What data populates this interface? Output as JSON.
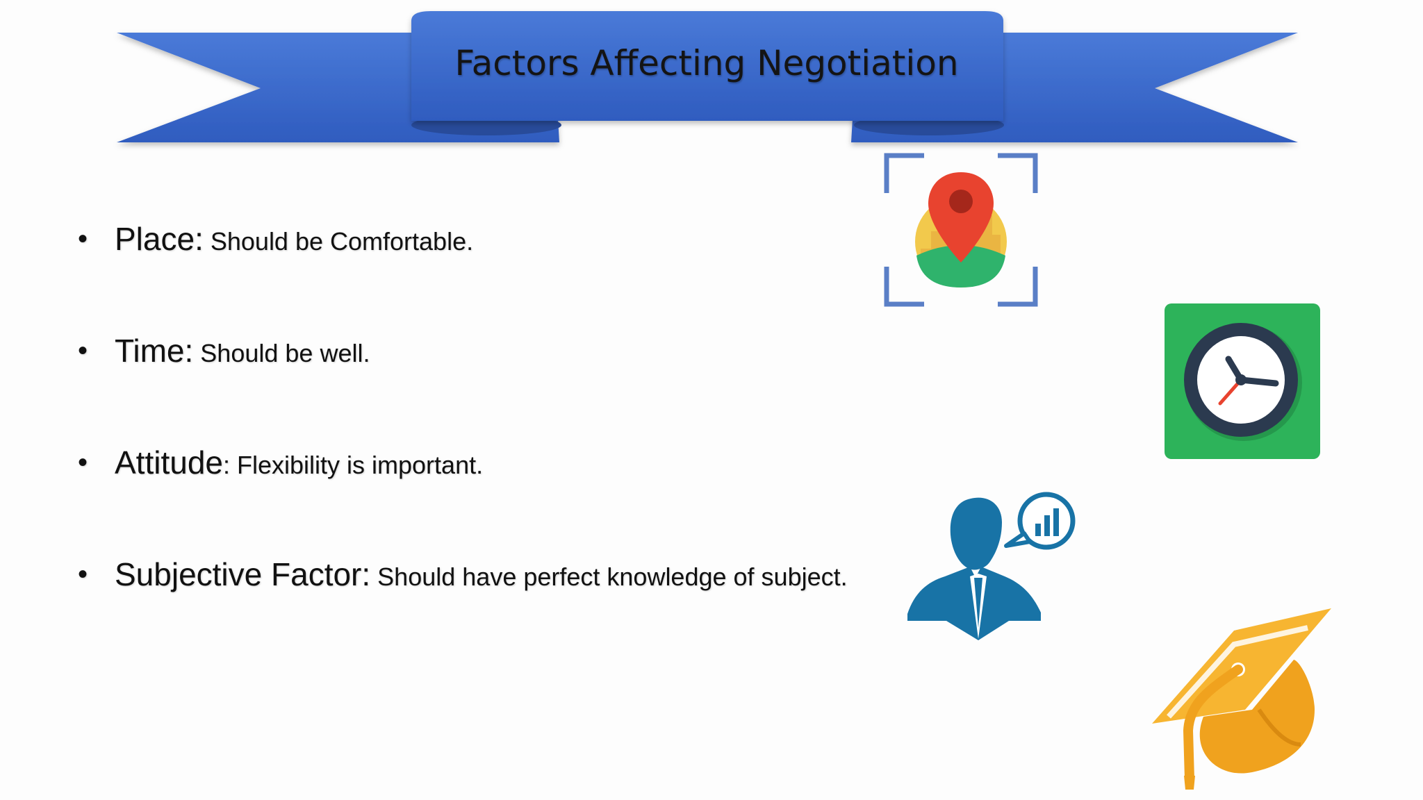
{
  "slide": {
    "title": "Factors Affecting Negotiation",
    "bullets": [
      {
        "term": "Place:",
        "description": " Should be Comfortable."
      },
      {
        "term": "Time:",
        "description": " Should be well."
      },
      {
        "term": "Attitude",
        "description": ": Flexibility is important."
      },
      {
        "term": "Subjective Factor:",
        "description": " Should have perfect knowledge of subject."
      }
    ],
    "icons": [
      "location-pin-icon",
      "clock-icon",
      "businessman-chart-icon",
      "graduation-cap-icon"
    ]
  },
  "colors": {
    "banner_blue": "#3a67c9",
    "banner_blue_dark": "#2c54ad",
    "title_text": "#141414",
    "pin_red": "#e8432f",
    "clock_green": "#2db35a",
    "clock_face_dark": "#2b3a4f",
    "person_blue": "#1873a6",
    "cap_orange": "#f0a21e"
  }
}
